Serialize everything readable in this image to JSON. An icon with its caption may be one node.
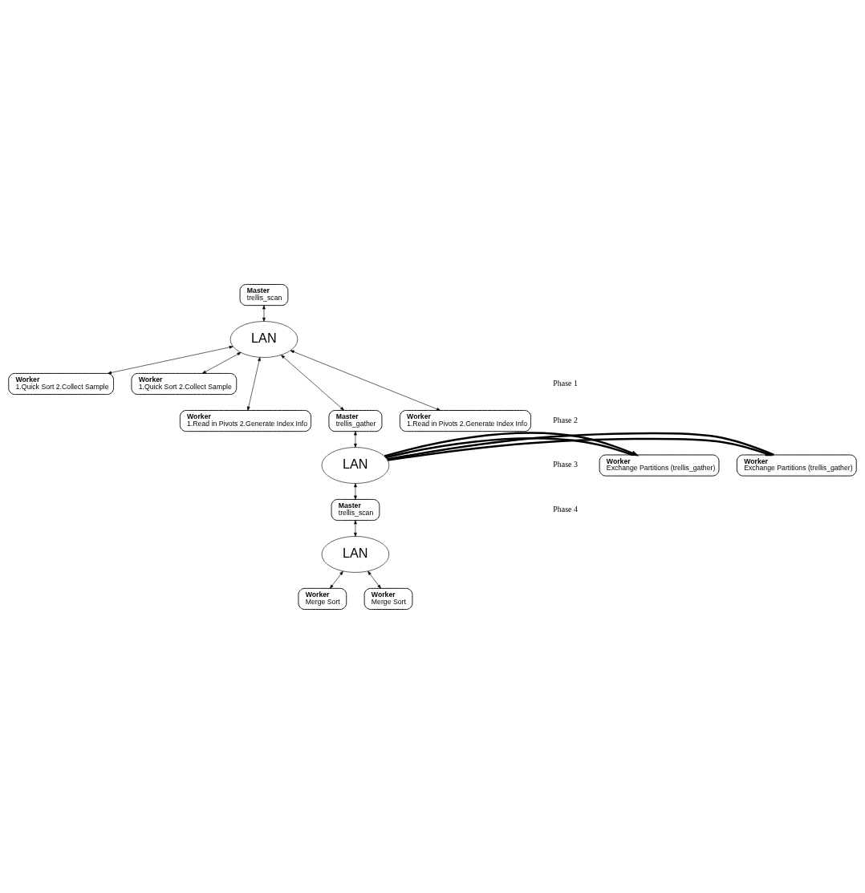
{
  "diagram": {
    "nodes": [
      {
        "text": [
          "Master",
          "trellis_scan"
        ]
      },
      {
        "text": [
          "LAN"
        ]
      },
      {
        "text": [
          "Worker",
          "1.Quick Sort 2.Collect Sample"
        ]
      },
      {
        "text": [
          "Worker",
          "1.Quick Sort 2.Collect Sample"
        ]
      },
      {
        "text": [
          "Worker",
          "1.Read in Pivots 2.Generate Index Info"
        ]
      },
      {
        "text": [
          "Master",
          "trellis_gather"
        ]
      },
      {
        "text": [
          "Worker",
          "1.Read in Pivots 2.Generate Index Info"
        ]
      },
      {
        "text": [
          "LAN"
        ]
      },
      {
        "text": [
          "Worker",
          "Exchange Partitions (trellis_gather)"
        ]
      },
      {
        "text": [
          "Worker",
          "Exchange Partitions (trellis_gather)"
        ]
      },
      {
        "text": [
          "Master",
          "trellis_scan"
        ]
      },
      {
        "text": [
          "LAN"
        ]
      },
      {
        "text": [
          "Worker",
          "Merge Sort"
        ]
      },
      {
        "text": [
          "Worker",
          "Merge Sort"
        ]
      }
    ],
    "edges": [
      {
        "from": 0,
        "to": 1,
        "arrow": "both"
      },
      {
        "from": 1,
        "to": 2,
        "arrow": "both"
      },
      {
        "from": 1,
        "to": 3,
        "arrow": "both"
      },
      {
        "from": 1,
        "to": 4,
        "arrow": "both"
      },
      {
        "from": 1,
        "to": 5,
        "arrow": "both"
      },
      {
        "from": 1,
        "to": 6,
        "arrow": "both"
      },
      {
        "from": 5,
        "to": 7,
        "arrow": "both"
      },
      {
        "from": 8,
        "to": 7,
        "arrow": "none",
        "style": "thick"
      },
      {
        "from": 7,
        "to": 8,
        "arrow": "to",
        "style": "thick"
      },
      {
        "from": 7,
        "to": 9,
        "arrow": "to",
        "style": "thick"
      },
      {
        "from": 9,
        "to": 7,
        "arrow": "none",
        "style": "thick"
      },
      {
        "from": 7,
        "to": 10,
        "arrow": "both"
      },
      {
        "from": 10,
        "to": 11,
        "arrow": "both"
      },
      {
        "from": 11,
        "to": 12,
        "arrow": "both"
      },
      {
        "from": 11,
        "to": 13,
        "arrow": "both"
      }
    ],
    "labels": [
      "Phase 1",
      "Phase 2",
      "Phase 3",
      "Phase 4"
    ]
  }
}
